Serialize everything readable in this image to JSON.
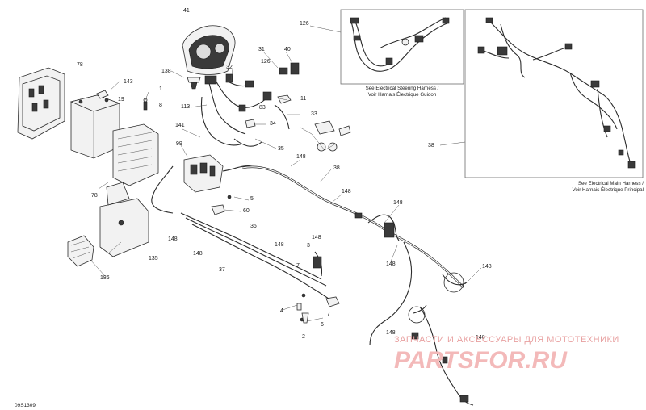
{
  "diagram_code": "09S1309",
  "notes": {
    "steering": [
      "See Electrical Steering Harness /",
      "Voir Harnais Électrique Guidon"
    ],
    "main": [
      "See Electrical Main Harness /",
      "Voir Harnais Électrique Principal"
    ]
  },
  "watermark": {
    "tagline": "ЗАПЧАСТИ И АКСЕССУАРЫ ДЛЯ МОТОТЕХНИКИ",
    "brand_logo": "PARTSFOR.RU"
  },
  "callouts": {
    "c41": "41",
    "c126a": "126",
    "c78a": "78",
    "c143": "143",
    "c138": "138",
    "c1": "1",
    "c19": "19",
    "c8": "8",
    "c31": "31",
    "c40": "40",
    "c32": "32",
    "c126b": "126",
    "c11": "11",
    "c113": "113",
    "c83": "83",
    "c33": "33",
    "c34": "34",
    "c141": "141",
    "c35": "35",
    "c99": "99",
    "c148a": "148",
    "c38a": "38",
    "c38b": "38",
    "c78b": "78",
    "c148b": "148",
    "c5": "5",
    "c60": "60",
    "c148c": "148",
    "c36": "36",
    "c135": "135",
    "c148d": "148",
    "c148e": "148",
    "c148f": "148",
    "c3": "3",
    "c148g": "148",
    "c148h": "148",
    "c37": "37",
    "c7a": "7",
    "c186": "186",
    "c148i": "148",
    "c4": "4",
    "c7b": "7",
    "c6": "6",
    "c2": "2",
    "c148j": "148",
    "c148k": "148"
  }
}
